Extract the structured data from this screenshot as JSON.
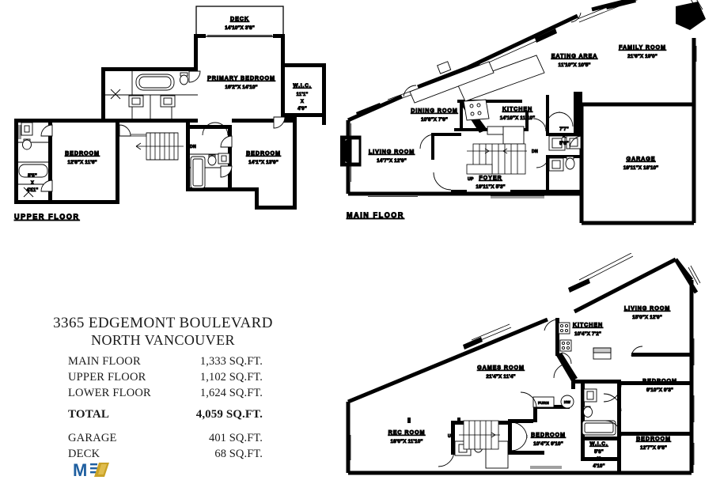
{
  "summary": {
    "address_line1": "3365 EDGEMONT BOULEVARD",
    "address_line2": "NORTH VANCOUVER",
    "rows": [
      {
        "label": "MAIN FLOOR",
        "value": "1,333 SQ.FT."
      },
      {
        "label": "UPPER FLOOR",
        "value": "1,102 SQ.FT."
      },
      {
        "label": "LOWER FLOOR",
        "value": "1,624 SQ.FT."
      }
    ],
    "total": {
      "label": "TOTAL",
      "value": "4,059 SQ.FT."
    },
    "extras": [
      {
        "label": "GARAGE",
        "value": "401 SQ.FT."
      },
      {
        "label": "DECK",
        "value": "68 SQ.FT."
      }
    ]
  },
  "upper_floor": {
    "title": "UPPER FLOOR",
    "rooms": [
      {
        "name": "DECK",
        "dim": "14'10\"X  3'8\""
      },
      {
        "name": "PRIMARY  BEDROOM",
        "dim": "16'2\"X  14'10\""
      },
      {
        "name": "W.I.C.",
        "dim_l1": "11'1\"",
        "dim_x": "X",
        "dim_l2": "4'9\""
      },
      {
        "name": "BEDROOM",
        "dim": "12'8\"X  11'6\""
      },
      {
        "name": "BEDROOM",
        "dim": "14'1\"X  13'9\""
      },
      {
        "name": "BATH",
        "dim_l1": "5'5\"",
        "dim_x": "X",
        "dim_l2": "4'11\""
      }
    ],
    "stair_label": "DN"
  },
  "main_floor": {
    "title": "MAIN  FLOOR",
    "rooms": [
      {
        "name": "EATING  AREA",
        "dim": "11'10\"X  10'5\""
      },
      {
        "name": "FAMILY  ROOM",
        "dim": "21'6\"X  19'0\""
      },
      {
        "name": "DINING  ROOM",
        "dim": "10'8\"X  7'9\""
      },
      {
        "name": "KITCHEN",
        "dim": "14'10\"X  11'10\""
      },
      {
        "name": "LIVING  ROOM",
        "dim": "14'7\"X  12'9\""
      },
      {
        "name": "FOYER",
        "dim": "19'11\"X  5'3\""
      },
      {
        "name": "GARAGE",
        "dim": "19'11\"X  18'10\""
      },
      {
        "name": "BATH",
        "dim_l1": "7'7\"",
        "dim_x": "X",
        "dim_l2": "5'6\""
      }
    ],
    "stair_up": "UP",
    "stair_dn": "DN"
  },
  "lower_floor": {
    "rooms": [
      {
        "name": "LIVING  ROOM",
        "dim": "15'0\"X  12'9\""
      },
      {
        "name": "KITCHEN",
        "dim": "10'4\"X  7'2\""
      },
      {
        "name": "GAMES  ROOM",
        "dim": "21'4\"X  11'4\""
      },
      {
        "name": "BEDROOM",
        "dim": "9'10\"X  9'3\""
      },
      {
        "name": "BEDROOM",
        "dim": "12'7\"X  9'8\""
      },
      {
        "name": "BEDROOM",
        "dim": "10'4\"X  9'10\""
      },
      {
        "name": "REC  ROOM",
        "dim": "18'0\"X  11'10\""
      },
      {
        "name": "W.I.C.",
        "dim_l1": "5'8\"",
        "dim_x": "X",
        "dim_l2": "4'10\""
      }
    ],
    "stair_up": "UP",
    "mech": {
      "furnace": "FURN",
      "hot_water": "HW"
    }
  },
  "logo": {
    "text_m": "M",
    "accent_color": "#1f5fa0",
    "gold_color": "#c9a227"
  }
}
